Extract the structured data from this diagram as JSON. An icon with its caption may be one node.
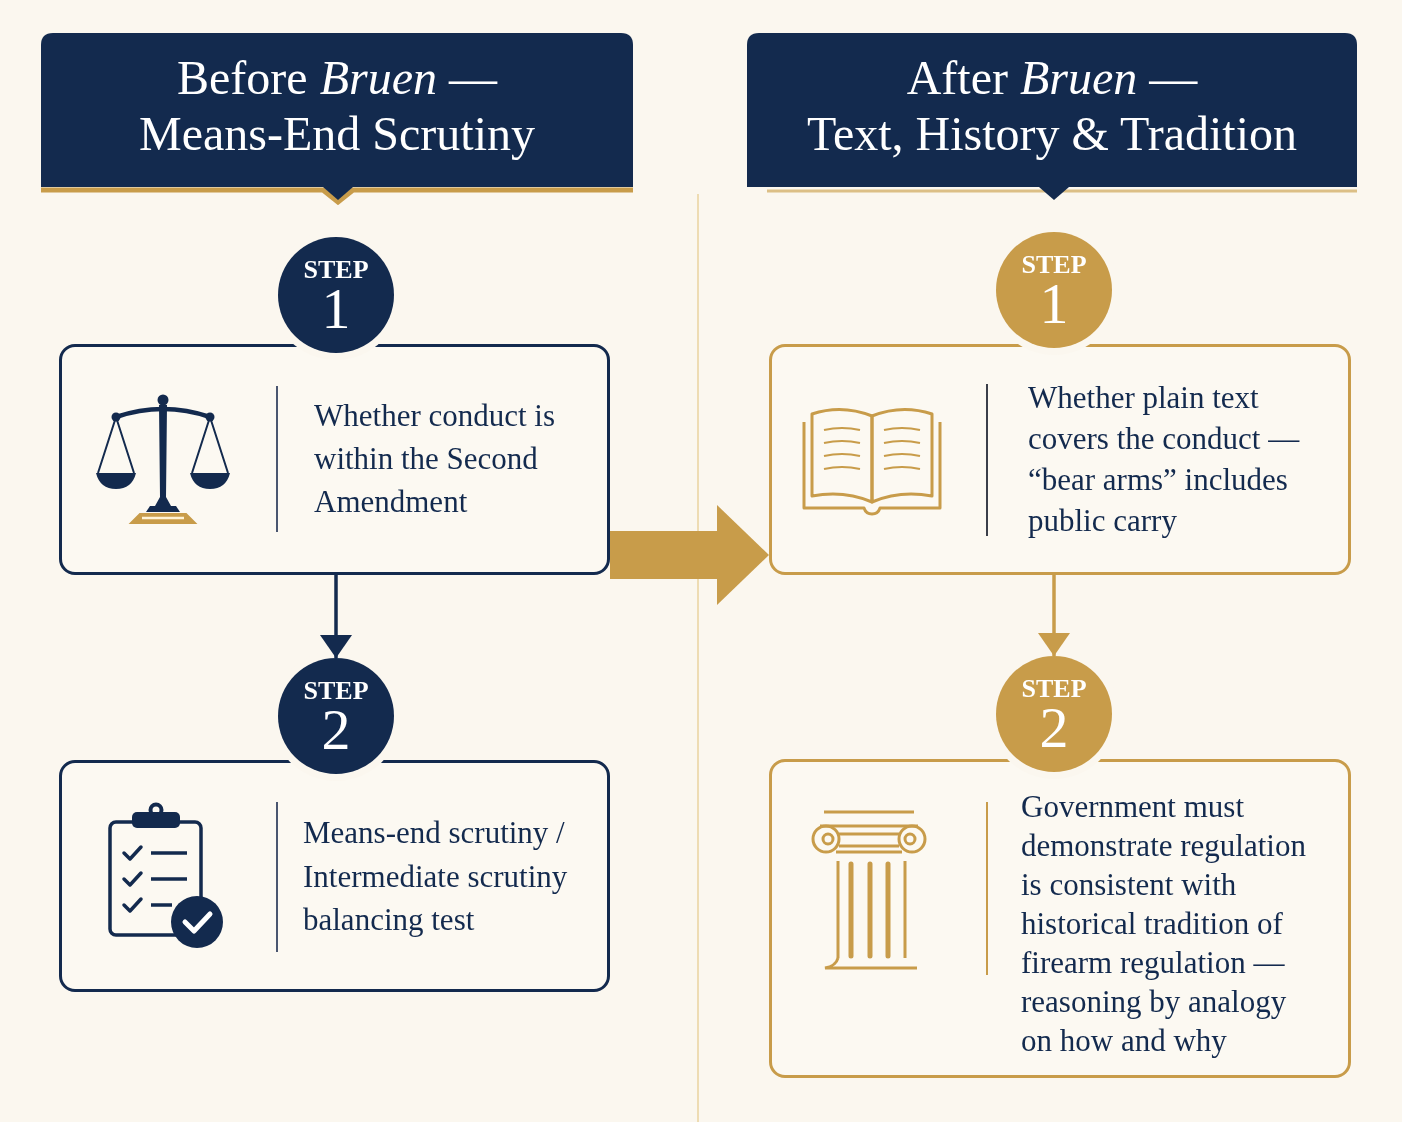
{
  "diagram": {
    "nodes": [
      {
        "text": [
          "Before *Bruen* — Means-End Scrutiny"
        ]
      },
      {
        "text": [
          "STEP",
          "1"
        ]
      },
      {
        "text": [
          "Whether conduct is within the Second Amendment"
        ]
      },
      {
        "text": [
          "STEP",
          "2"
        ]
      },
      {
        "text": [
          "Means-end scrutiny / Intermediate scrutiny balancing test"
        ]
      },
      {
        "text": [
          "After *Bruen* — Text, History & Tradition"
        ]
      },
      {
        "text": [
          "STEP",
          "1"
        ]
      },
      {
        "text": [
          "Whether plain text covers the conduct — “bear arms” includes public carry"
        ]
      },
      {
        "text": [
          "STEP",
          "2"
        ]
      },
      {
        "text": [
          "Government must demonstrate regulation is consistent with historical tradition of firearm regulation — reasoning by analogy on how and why"
        ]
      }
    ],
    "edges": [
      {
        "from": 2,
        "to": 3,
        "arrow": "to",
        "color": "#132a4e"
      },
      {
        "from": 2,
        "to": 7,
        "arrow": "to",
        "style": "thick",
        "color": "#c89c4a"
      },
      {
        "from": 7,
        "to": 8,
        "arrow": "to",
        "color": "#c89c4a"
      }
    ]
  }
}
